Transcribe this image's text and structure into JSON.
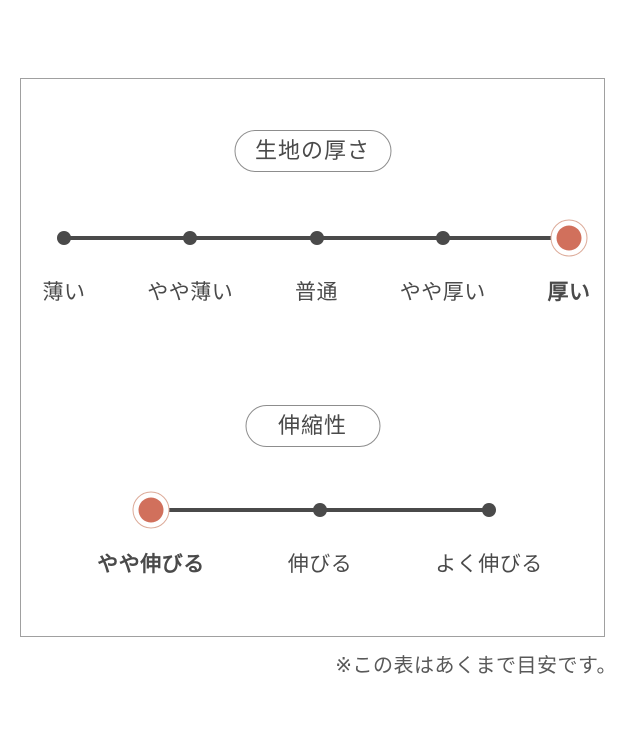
{
  "panel": {
    "scales": [
      {
        "title": "生地の厚さ",
        "selected_label": "厚い",
        "selected_index": 4,
        "stops": [
          {
            "label": "薄い",
            "selected": false
          },
          {
            "label": "やや薄い",
            "selected": false
          },
          {
            "label": "普通",
            "selected": false
          },
          {
            "label": "やや厚い",
            "selected": false
          },
          {
            "label": "厚い",
            "selected": true
          }
        ]
      },
      {
        "title": "伸縮性",
        "selected_label": "やや伸びる",
        "selected_index": 0,
        "stops": [
          {
            "label": "やや伸びる",
            "selected": true
          },
          {
            "label": "伸びる",
            "selected": false
          },
          {
            "label": "よく伸びる",
            "selected": false
          }
        ]
      }
    ]
  },
  "note": "※この表はあくまで目安です。",
  "colors": {
    "accent": "#d1705c",
    "accent_ring": "#dcaa98",
    "ink": "#4a4a4a",
    "note_gray": "#595959",
    "panel_border": "#a0a0a0",
    "pill_border": "#8d8d8d"
  }
}
